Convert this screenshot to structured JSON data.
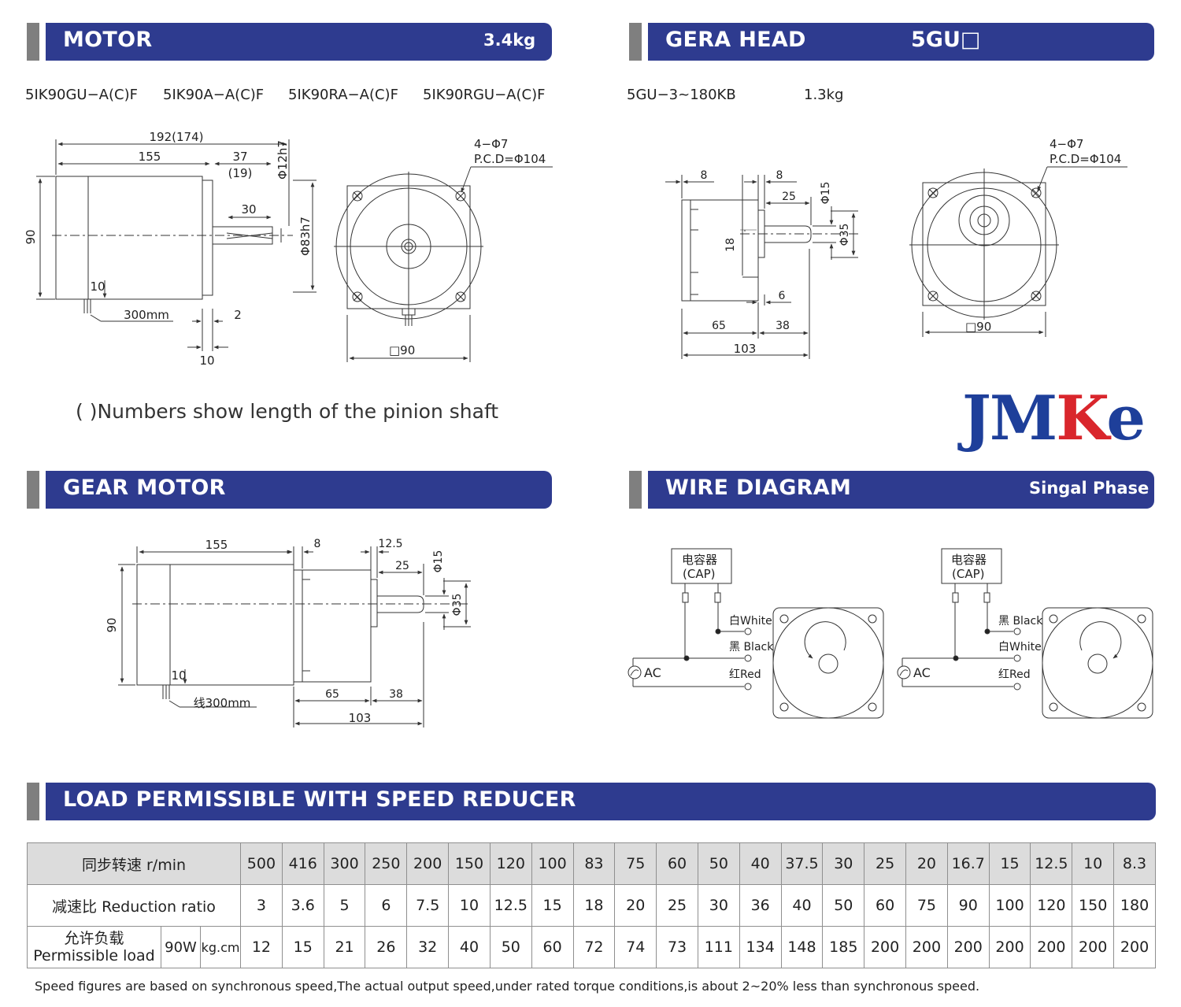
{
  "motor": {
    "title": "MOTOR",
    "weight": "3.4kg",
    "models": [
      "5IK90GU−A(C)F",
      "5IK90A−A(C)F",
      "5IK90RA−A(C)F",
      "5IK90RGU−A(C)F"
    ],
    "dims": {
      "total": "192(174)",
      "body": "155",
      "shaft": "37",
      "shaft_alt": "(19)",
      "key": "30",
      "shaft_dia": "Φ12h7",
      "pilot_dia": "Φ83h7",
      "height": "90",
      "lead_offset": "10",
      "lead": "300mm",
      "flange_t": "2",
      "flange_gap": "10",
      "holes": "4−Φ7",
      "pcd": "P.C.D=Φ104",
      "square": "□90"
    }
  },
  "gear_head": {
    "title": "GERA HEAD",
    "series": "5GU□",
    "model": "5GU−3~180KB",
    "weight": "1.3kg",
    "dims": {
      "left_gap": "8",
      "pilot_gap": "8",
      "key": "25",
      "shaft_dia": "Φ15",
      "boss_dia": "Φ35",
      "flange_t": "18",
      "step": "6",
      "body": "65",
      "shaft": "38",
      "total": "103",
      "holes": "4−Φ7",
      "pcd": "P.C.D=Φ104",
      "square": "□90"
    }
  },
  "note_pinion": "( )Numbers show length of the pinion shaft",
  "logo": {
    "main": "JM",
    "accent": "K",
    "tail": "e"
  },
  "gear_motor": {
    "title": "GEAR MOTOR",
    "dims": {
      "motor": "155",
      "gap": "8",
      "pilot": "12.5",
      "key": "25",
      "shaft_dia": "Φ15",
      "boss_dia": "Φ35",
      "height": "90",
      "lead_offset": "10",
      "lead": "线300mm",
      "body": "65",
      "shaft": "38",
      "total": "103"
    }
  },
  "wire": {
    "title": "WIRE DIAGRAM",
    "phase": "Singal Phase",
    "left": {
      "cap_cn": "电容器",
      "cap_en": "(CAP)",
      "w1": "白White",
      "w2": "黑 Black",
      "w3": "红Red",
      "ac": "AC"
    },
    "right": {
      "cap_cn": "电容器",
      "cap_en": "(CAP)",
      "w1": "黑 Black",
      "w2": "白White",
      "w3": "红Red",
      "ac": "AC"
    }
  },
  "load": {
    "title": "LOAD PERMISSIBLE WITH SPEED REDUCER",
    "row1_label": "同步转速 r/min",
    "row2_label": "减速比 Reduction ratio",
    "row3_label_cn": "允许负载",
    "row3_label_en": "Permissible load",
    "power": "90W",
    "unit": "kg.cm",
    "speeds": [
      "500",
      "416",
      "300",
      "250",
      "200",
      "150",
      "120",
      "100",
      "83",
      "75",
      "60",
      "50",
      "40",
      "37.5",
      "30",
      "25",
      "20",
      "16.7",
      "15",
      "12.5",
      "10",
      "8.3"
    ],
    "ratios": [
      "3",
      "3.6",
      "5",
      "6",
      "7.5",
      "10",
      "12.5",
      "15",
      "18",
      "20",
      "25",
      "30",
      "36",
      "40",
      "50",
      "60",
      "75",
      "90",
      "100",
      "120",
      "150",
      "180"
    ],
    "loads": [
      "12",
      "15",
      "21",
      "26",
      "32",
      "40",
      "50",
      "60",
      "72",
      "74",
      "73",
      "111",
      "134",
      "148",
      "185",
      "200",
      "200",
      "200",
      "200",
      "200",
      "200",
      "200"
    ]
  },
  "footnote": "Speed figures are based on synchronous speed,The actual output speed,under rated torque conditions,is about 2~20% less than synchronous speed."
}
